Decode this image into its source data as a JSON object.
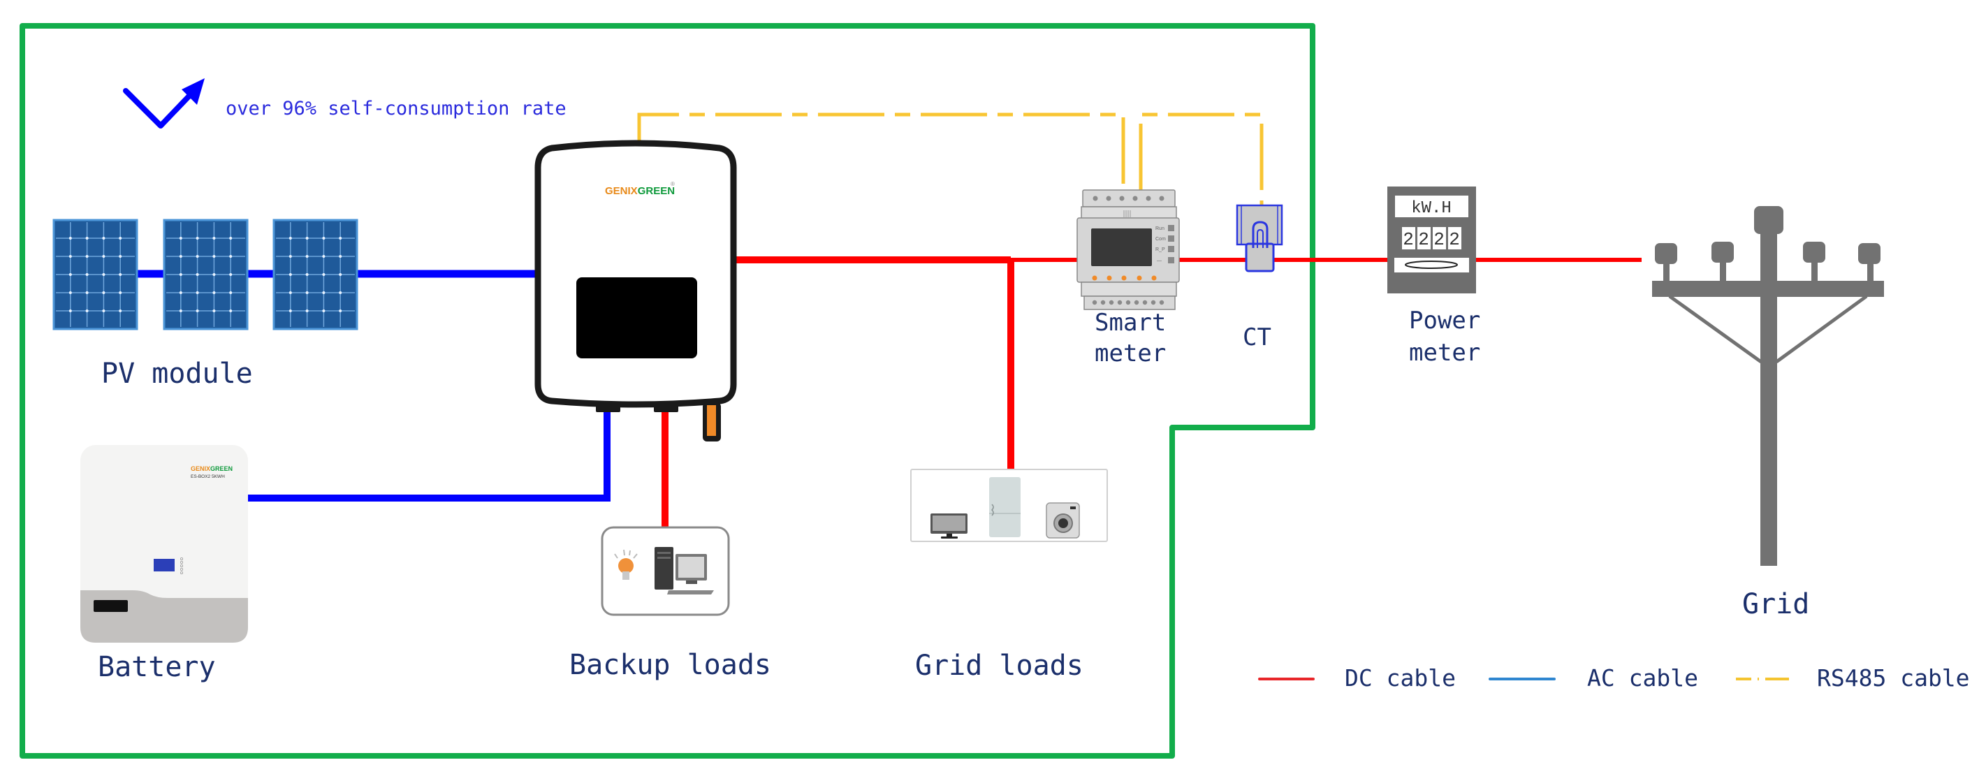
{
  "headline": {
    "text": "over 96% self-consumption rate",
    "icon": "trend-up-check-icon"
  },
  "components": {
    "pv_module": {
      "label": "PV module",
      "panel_count": 3
    },
    "battery": {
      "label": "Battery",
      "brand_a": "GENIX",
      "brand_b": "GREEN",
      "model": "ES-BOX2  5KWH"
    },
    "inverter": {
      "brand_a": "GENIX",
      "brand_b": "GREEN",
      "reg_mark": "®"
    },
    "backup_loads": {
      "label": "Backup loads"
    },
    "grid_loads": {
      "label": "Grid loads"
    },
    "smart_meter": {
      "label_line1": "Smart",
      "label_line2": "meter",
      "buttons": [
        "Run",
        "Com",
        "R_P",
        "—"
      ]
    },
    "ct": {
      "label": "CT"
    },
    "power_meter": {
      "label_line1": "Power",
      "label_line2": "meter",
      "unit": "kW.H",
      "digits": [
        "2",
        "2",
        "2",
        "2"
      ]
    },
    "grid": {
      "label": "Grid"
    }
  },
  "legend": {
    "items": [
      {
        "label": "DC cable",
        "color": "#e8262a",
        "style": "solid"
      },
      {
        "label": "AC cable",
        "color": "#2f86d0",
        "style": "solid"
      },
      {
        "label": "RS485 cable",
        "color": "#f4c430",
        "style": "dash-dot"
      }
    ]
  },
  "colors": {
    "boundary": "#12ad4b",
    "dc_line": "#ff0000",
    "ac_line": "#0000ff",
    "rs485_line": "#f8c533",
    "text": "#1b2f6b",
    "headline": "#2b2bdd",
    "device_gray": "#747474"
  }
}
